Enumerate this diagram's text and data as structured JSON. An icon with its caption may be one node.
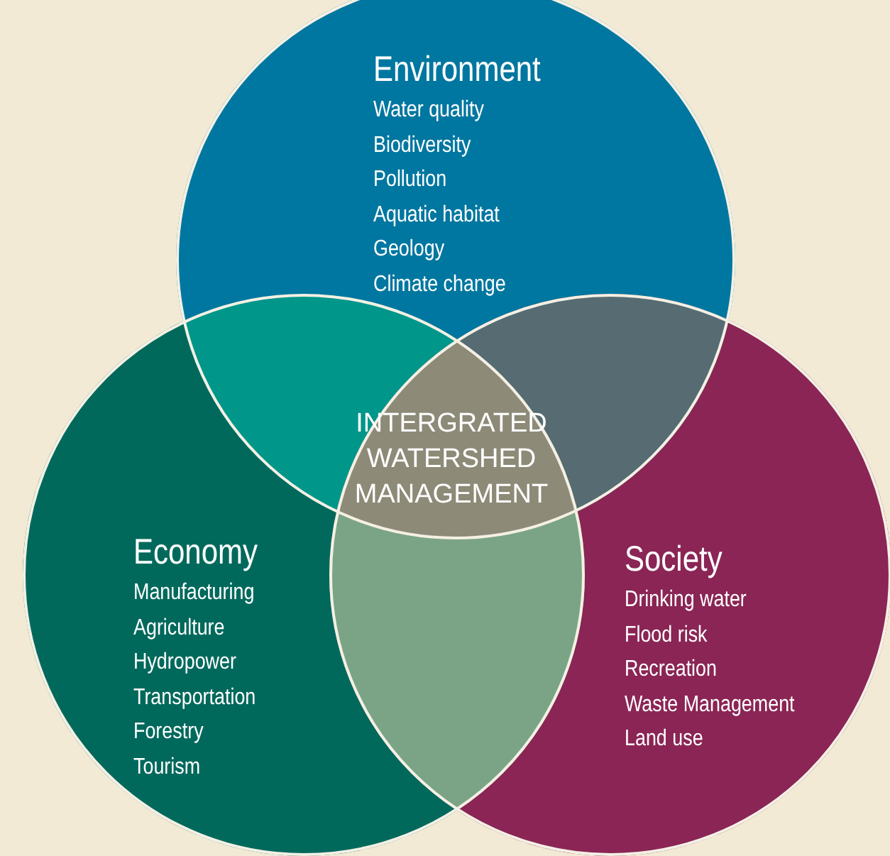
{
  "diagram": {
    "nodes": [
      {
        "text": [
          "Environment",
          "Water quality",
          "Biodiversity",
          "Pollution",
          "Aquatic habitat",
          "Geology",
          "Climate change"
        ]
      },
      {
        "text": [
          "INTERGRATED WATERSHED MANAGEMENT"
        ]
      },
      {
        "text": [
          "Economy",
          "Manufacturing",
          "Agriculture",
          "Hydropower",
          "Transportation",
          "Forestry",
          "Tourism"
        ]
      },
      {
        "text": [
          "Society",
          "Drinking water",
          "Flood risk",
          "Recreation",
          "Waste Management",
          "Land use"
        ]
      }
    ]
  }
}
